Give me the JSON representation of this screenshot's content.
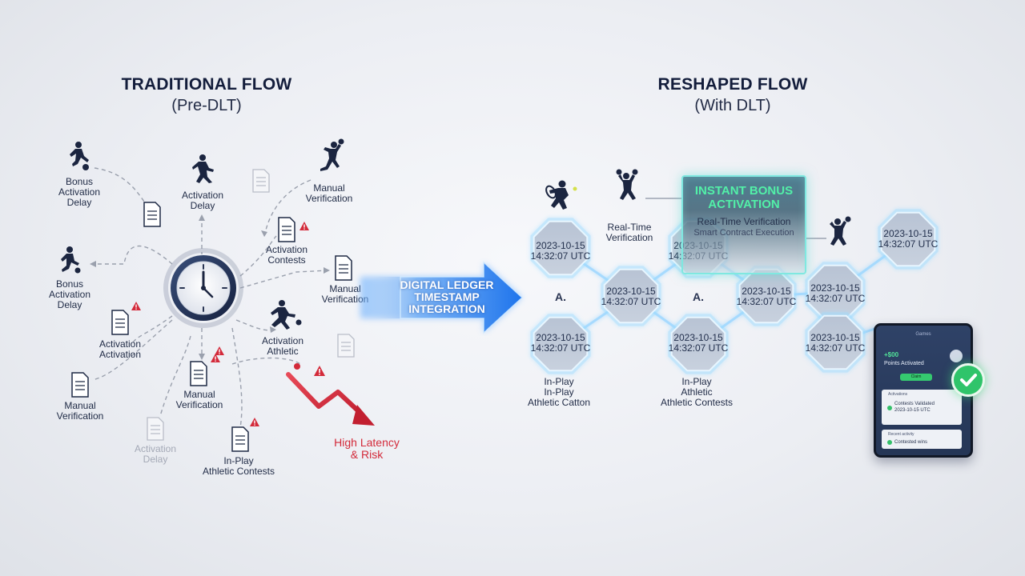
{
  "left_header": {
    "title": "TRADITIONAL FLOW",
    "subtitle": "(Pre-DLT)"
  },
  "right_header": {
    "title": "RESHAPED FLOW",
    "subtitle": "(With DLT)"
  },
  "traditional_labels": {
    "bonus_activation_delay_1": [
      "Bonus",
      "Activation",
      "Delay"
    ],
    "activation_delay_top": [
      "Activation",
      "Delay"
    ],
    "manual_verification_top": [
      "Manual",
      "Verification"
    ],
    "activation_contests": [
      "Activation",
      "Contests"
    ],
    "manual_verification_right": [
      "Manual",
      "Verification"
    ],
    "bonus_activation_delay_2": [
      "Bonus",
      "Activation",
      "Delay"
    ],
    "activation_activation": [
      "Activation",
      "Activation"
    ],
    "activation_athletic": [
      "Activation",
      "Athletic"
    ],
    "manual_verification_left": [
      "Manual",
      "Verification"
    ],
    "manual_verification_bottom": [
      "Manual",
      "Verification"
    ],
    "activation_delay_faded": [
      "Activation",
      "Delay"
    ],
    "in_play_contests": [
      "In-Play",
      "Athletic Contests"
    ],
    "risk": [
      "High Latency",
      "& Risk"
    ]
  },
  "arrow": {
    "lines": [
      "DIGITAL LEDGER",
      "TIMESTAMP",
      "INTEGRATION"
    ]
  },
  "hexagons": [
    {
      "date": "2023-10-15",
      "time": "14:32:07 UTC"
    },
    {
      "date": "2023-10-15",
      "time": "14:32:07 UTC"
    },
    {
      "date": "2023-10-15",
      "time": "14:32:07 UTC"
    },
    {
      "date": "2023-10-15",
      "time": "14:32:07 UTC"
    },
    {
      "date": "2023-10-15",
      "time": "14:32:07 UTC"
    },
    {
      "date": "2023-10-15",
      "time": "14:32:07 UTC"
    },
    {
      "date": "2023-10-15",
      "time": "14:32:07 UTC"
    },
    {
      "date": "2023-10-15",
      "time": "14:32:07 UTC"
    },
    {
      "date": "2023-10-15",
      "time": "14:32:07 UTC"
    }
  ],
  "hex_placeholders": [
    "A.",
    "A."
  ],
  "reshaped_labels": {
    "real_time_verification": [
      "Real-Time",
      "Verification"
    ],
    "in_play_left": [
      "In-Play",
      "In-Play",
      "Athletic Catton"
    ],
    "in_play_middle": [
      "In-Play",
      "Athletic",
      "Athletic Contests"
    ]
  },
  "panel": {
    "title_1": "INSTANT BONUS",
    "title_2": "ACTIVATION",
    "line_1": "Real-Time Verification",
    "line_2": "Smart Contract Execution"
  },
  "phone": {
    "header": "Games",
    "amount": "+$00",
    "status": "Points Activated",
    "button": "Claim",
    "card1_title": "Activations",
    "card1_rows": [
      "Contests Validated",
      "2023-10-15 UTC"
    ],
    "card2_title": "Recent activity",
    "card2_rows": [
      "Contested wins"
    ]
  },
  "colors": {
    "navy": "#1b2540",
    "accent_blue": "#2f84f0",
    "risk_red": "#d32a3a",
    "success_green": "#2fc46a",
    "panel_green": "#52f0a8"
  }
}
